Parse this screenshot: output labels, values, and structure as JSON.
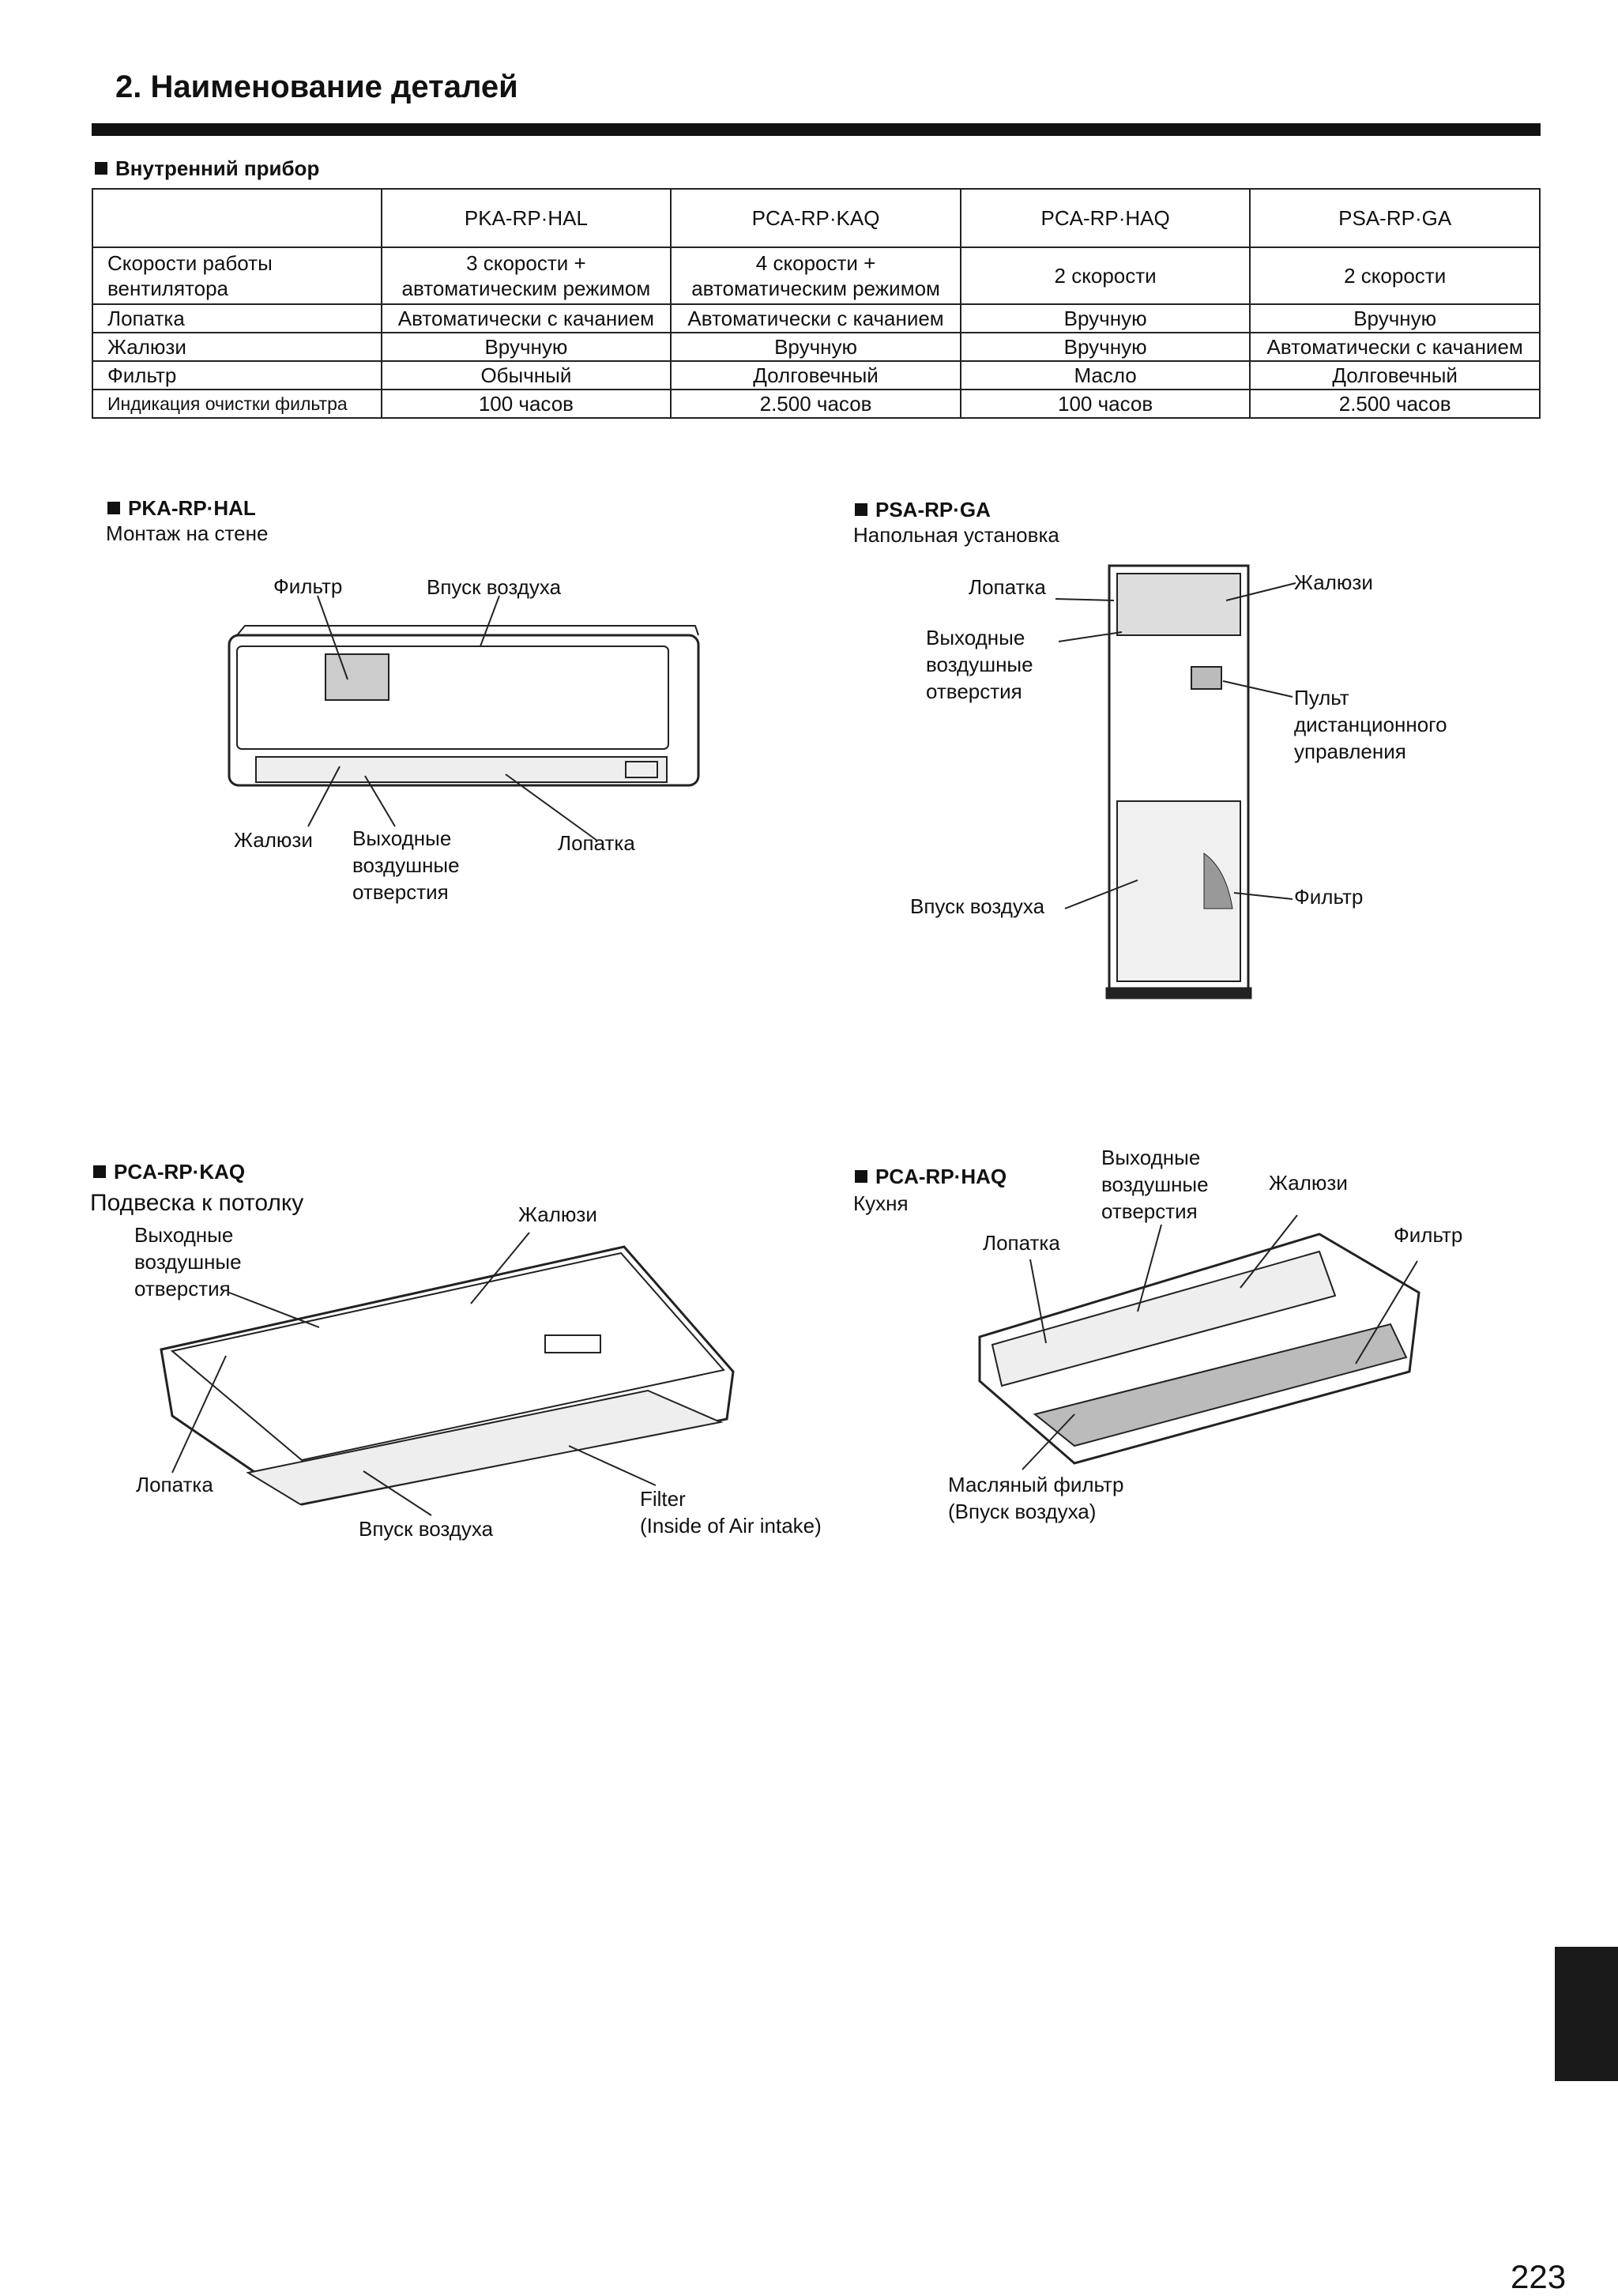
{
  "title": "2. Наименование деталей",
  "section_heading": "Внутренний прибор",
  "table": {
    "columns": [
      "PKA-RP·HAL",
      "PCA-RP·KAQ",
      "PCA-RP·HAQ",
      "PSA-RP·GA"
    ],
    "rows": [
      {
        "label": "Скорости работы вентилятора",
        "cells": [
          "3 скорости + автоматическим режимом",
          "4 скорости + автоматическим режимом",
          "2 скорости",
          "2 скорости"
        ]
      },
      {
        "label": "Лопатка",
        "cells": [
          "Автоматически с качанием",
          "Автоматически с качанием",
          "Вручную",
          "Вручную"
        ]
      },
      {
        "label": "Жалюзи",
        "cells": [
          "Вручную",
          "Вручную",
          "Вручную",
          "Автоматически с качанием"
        ]
      },
      {
        "label": "Фильтр",
        "cells": [
          "Обычный",
          "Долговечный",
          "Масло",
          "Долговечный"
        ]
      },
      {
        "label": "Индикация очистки фильтра",
        "cells": [
          "100 часов",
          "2.500 часов",
          "100 часов",
          "2.500 часов"
        ]
      }
    ]
  },
  "units": {
    "pka": {
      "model": "PKA-RP·HAL",
      "subtitle": "Монтаж на стене",
      "labels": {
        "filter": "Фильтр",
        "intake": "Впуск воздуха",
        "louver": "Жалюзи",
        "outlets": "Выходные воздушные отверстия",
        "vane": "Лопатка"
      }
    },
    "psa": {
      "model": "PSA-RP·GA",
      "subtitle": "Напольная установка",
      "labels": {
        "vane": "Лопатка",
        "louver": "Жалюзи",
        "outlets": "Выходные воздушные отверстия",
        "remote": "Пульт дистанционного управления",
        "intake": "Впуск воздуха",
        "filter": "Фильтр"
      }
    },
    "kaq": {
      "model": "PCA-RP·KAQ",
      "subtitle": "Подвеска к потолку",
      "labels": {
        "louver": "Жалюзи",
        "outlets": "Выходные воздушные отверстия",
        "vane": "Лопатка",
        "intake": "Впуск воздуха",
        "filter_line1": "Filter",
        "filter_line2": "(Inside of Air intake)"
      }
    },
    "haq": {
      "model": "PCA-RP·HAQ",
      "subtitle": "Кухня",
      "labels": {
        "outlets": "Выходные воздушные отверстия",
        "louver": "Жалюзи",
        "filter": "Фильтр",
        "vane": "Лопатка",
        "oil_filter_line1": "Масляный фильтр",
        "oil_filter_line2": "(Впуск воздуха)"
      }
    }
  },
  "page_number": "223"
}
